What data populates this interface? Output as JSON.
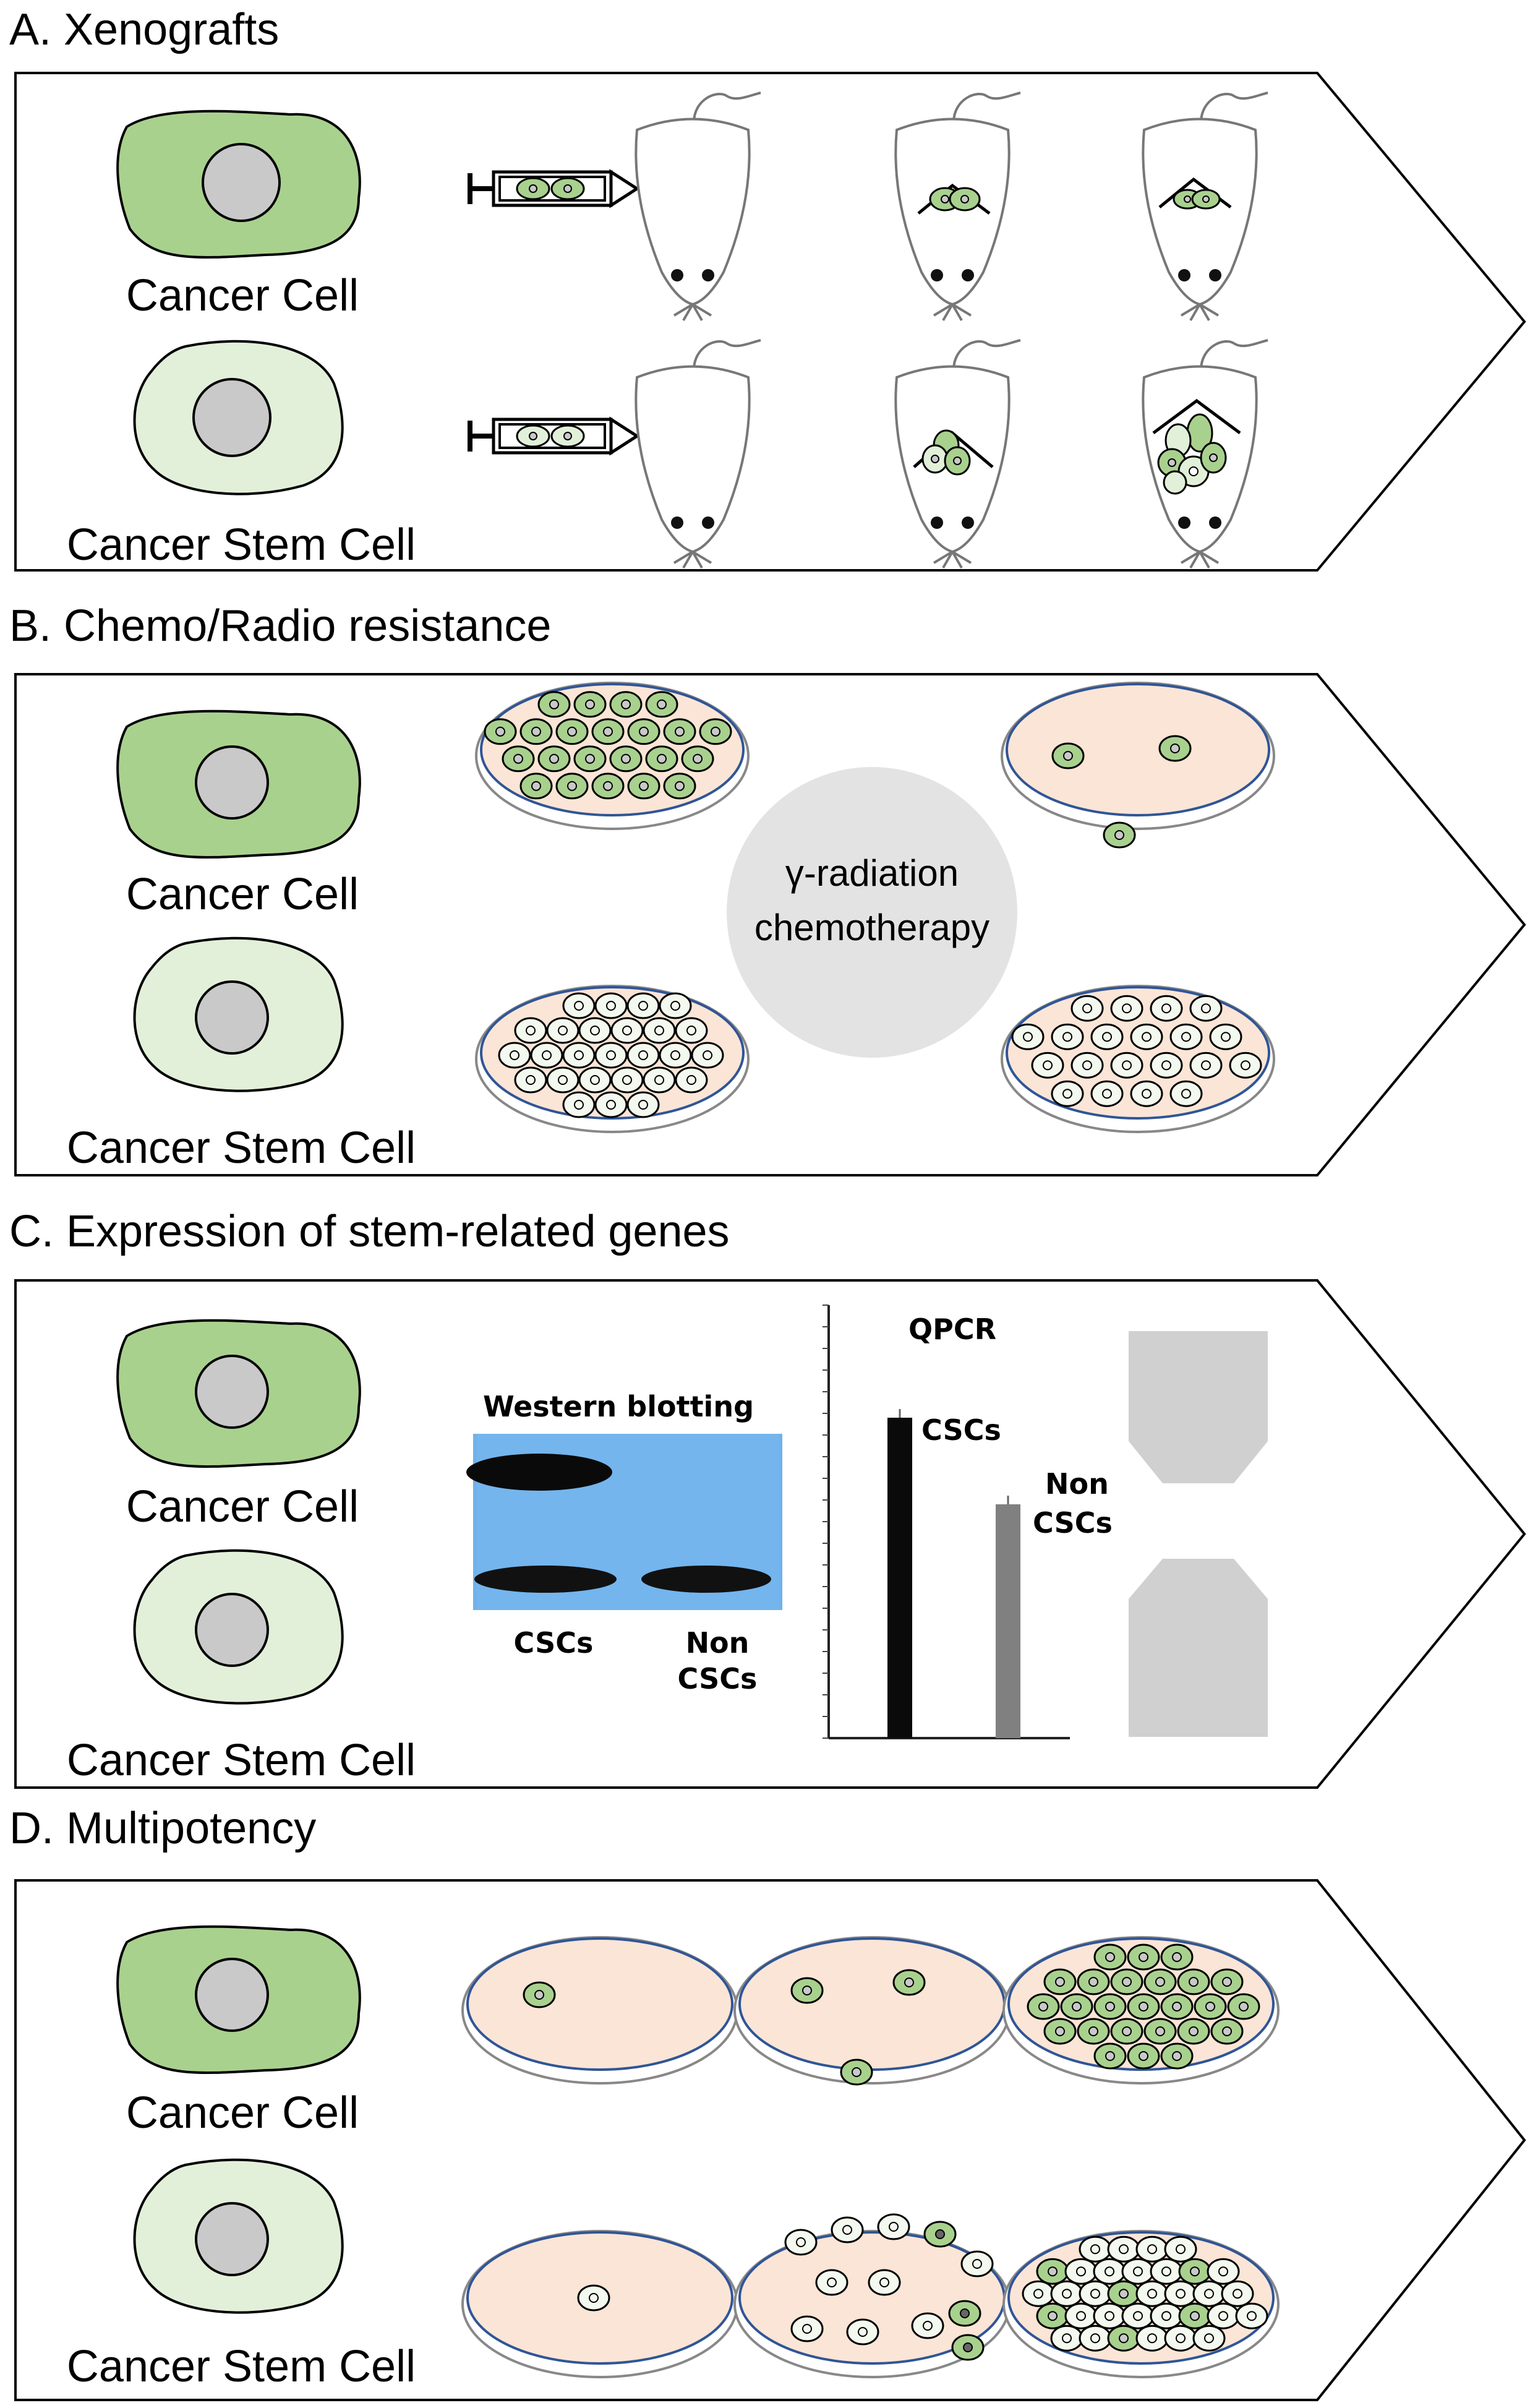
{
  "panels": [
    {
      "title": "A. Xenografts",
      "cancer_cell_label": "Cancer Cell",
      "stem_cell_label": "Cancer Stem Cell"
    },
    {
      "title": "B. Chemo/Radio resistance",
      "cancer_cell_label": "Cancer Cell",
      "stem_cell_label": "Cancer Stem Cell",
      "treatment_line1": "γ-radiation",
      "treatment_line2": "chemotherapy"
    },
    {
      "title": "C. Expression of stem-related genes",
      "cancer_cell_label": "Cancer Cell",
      "stem_cell_label": "Cancer Stem Cell",
      "western_title": "Western blotting",
      "western_lane1": "CSCs",
      "western_lane2_line1": "Non",
      "western_lane2_line2": "CSCs",
      "qpcr_title": "QPCR",
      "qpcr_bar1": "CSCs",
      "qpcr_bar2_line1": "Non",
      "qpcr_bar2_line2": "CSCs"
    },
    {
      "title": "D. Multipotency",
      "cancer_cell_label": "Cancer Cell",
      "stem_cell_label": "Cancer Stem Cell"
    }
  ],
  "colors": {
    "cancer_cell": "#a9d18e",
    "stem_cell": "#e2f0d9",
    "nucleus": "#c9c9c9",
    "dish_fill": "#fbe5d6",
    "dish_rim": "#2f5597",
    "treatment_circle": "#e3e3e3",
    "blot_bg": "#6fb2ec",
    "hourglass": "#d0d0d0"
  },
  "chart_data": {
    "type": "bar",
    "title": "QPCR",
    "categories": [
      "CSCs",
      "Non CSCs"
    ],
    "values": [
      0.74,
      0.54
    ],
    "ylim": [
      0,
      1
    ],
    "xlabel": "",
    "ylabel": ""
  }
}
